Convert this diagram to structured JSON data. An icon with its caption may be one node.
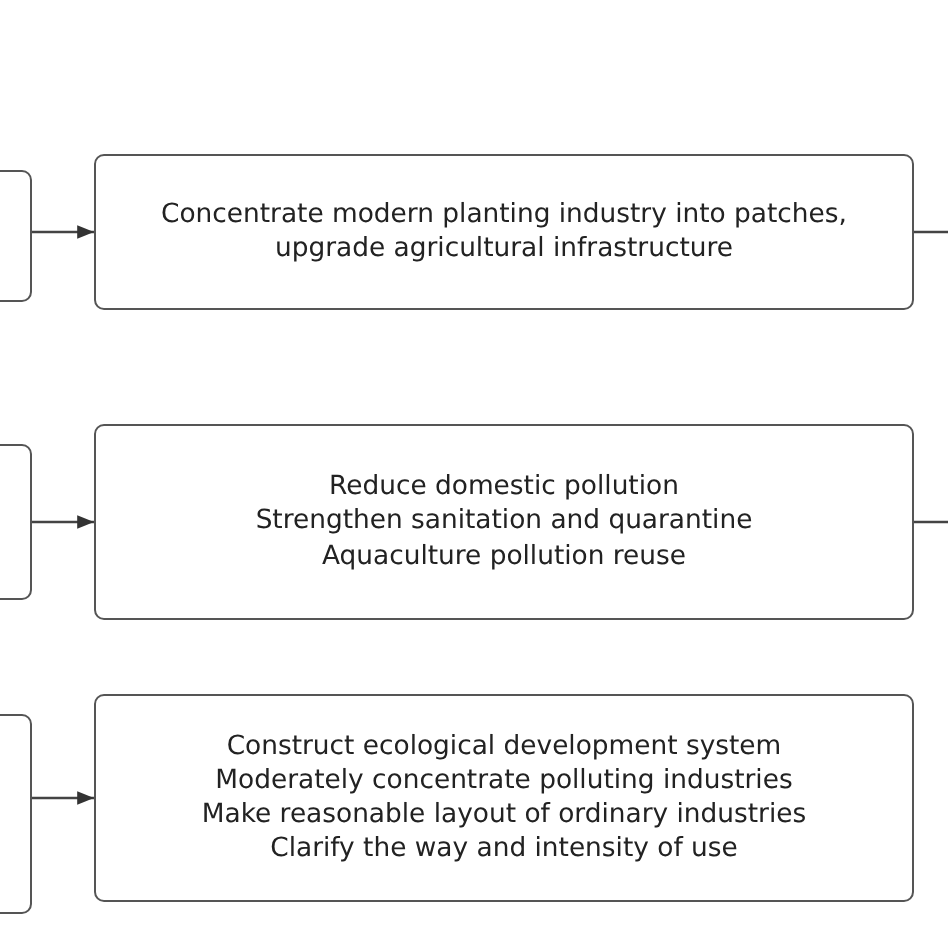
{
  "diagram": {
    "nodes": [
      {
        "text": [],
        "shape": "box"
      },
      {
        "text": [
          "Concentrate modern planting industry into patches, upgrade agricultural infrastructure"
        ]
      },
      {
        "text": [],
        "shape": "box"
      },
      {
        "text": [
          "Reduce domestic pollution",
          "Strengthen sanitation and quarantine",
          "Aquaculture pollution reuse"
        ]
      },
      {
        "text": [],
        "shape": "box"
      },
      {
        "text": [
          "Construct ecological development system",
          "Moderately concentrate polluting industries",
          "Make reasonable layout of ordinary industries",
          "Clarify the way and intensity of use"
        ]
      }
    ],
    "edges": [
      {
        "from": 0,
        "to": 1,
        "arrow": "to"
      },
      {
        "from": 1,
        "to": null,
        "arrow": "none"
      },
      {
        "from": 2,
        "to": 3,
        "arrow": "to"
      },
      {
        "from": 3,
        "to": null,
        "arrow": "none"
      },
      {
        "from": 4,
        "to": 5,
        "arrow": "to"
      }
    ]
  }
}
